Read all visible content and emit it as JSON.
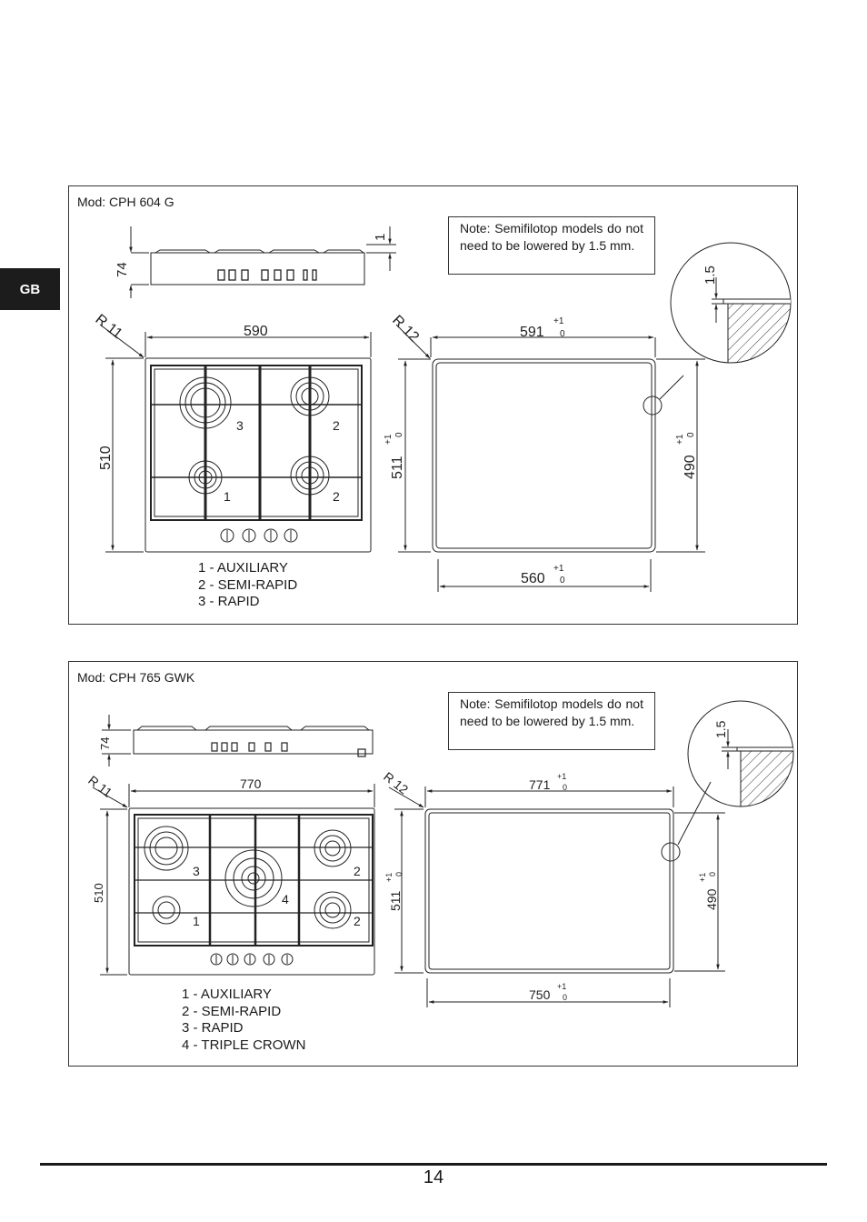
{
  "side_tab": "GB",
  "page_number": "14",
  "panels": [
    {
      "model": "Mod: CPH 604 G",
      "note": "Note: Semifilotop models do not need to be lowered by 1.5 mm.",
      "dims": {
        "height": "74",
        "offset": "1",
        "detail": "1.5",
        "radius_hob": "R 11",
        "radius_cutout": "R 12",
        "hob_width": "590",
        "hob_depth": "510",
        "cutout_width": "591",
        "cutout_depth": "511",
        "inner_depth": "490",
        "inner_width": "560",
        "tol_plus": "+1",
        "tol_zero": "0"
      },
      "burner_labels": [
        "3",
        "2",
        "1",
        "2"
      ],
      "legend": [
        "1 - AUXILIARY",
        "2 - SEMI-RAPID",
        "3 - RAPID"
      ]
    },
    {
      "model": "Mod: CPH 765 GWK",
      "note": "Note: Semifilotop models do not need to be lowered by 1.5 mm.",
      "dims": {
        "height": "74",
        "detail": "1.5",
        "radius_hob": "R 11",
        "radius_cutout": "R 12",
        "hob_width": "770",
        "hob_depth": "510",
        "cutout_width": "771",
        "cutout_depth": "511",
        "inner_depth": "490",
        "inner_width": "750",
        "tol_plus": "+1",
        "tol_zero": "0"
      },
      "burner_labels": [
        "3",
        "2",
        "4",
        "1",
        "2"
      ],
      "legend": [
        "1 - AUXILIARY",
        "2 - SEMI-RAPID",
        "3 - RAPID",
        "4 - TRIPLE CROWN"
      ]
    }
  ]
}
